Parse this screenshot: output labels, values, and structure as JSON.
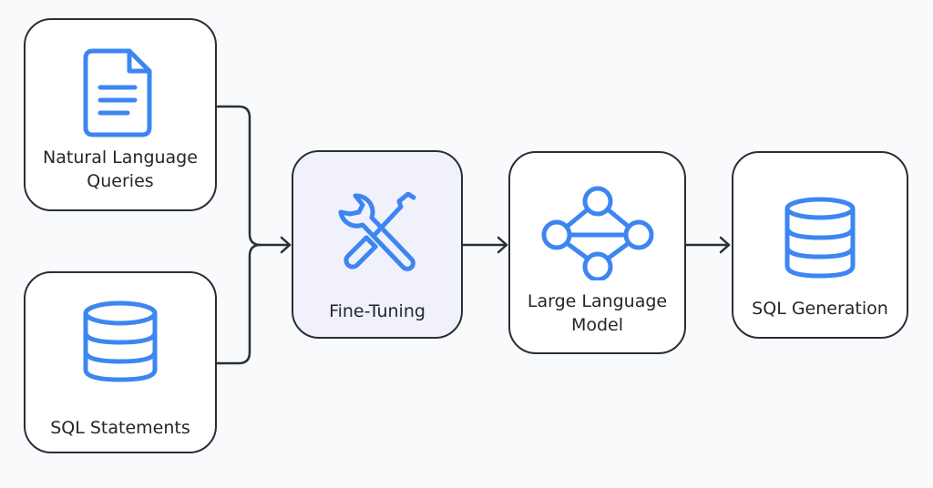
{
  "diagram": {
    "nodes": {
      "nl_queries": {
        "label": "Natural Language\nQueries",
        "icon": "document-icon"
      },
      "sql_statements": {
        "label": "SQL Statements",
        "icon": "database-icon"
      },
      "fine_tuning": {
        "label": "Fine-Tuning",
        "icon": "wrench-screwdriver-icon"
      },
      "llm": {
        "label": "Large Language\nModel",
        "icon": "network-graph-icon"
      },
      "sql_generation": {
        "label": "SQL Generation",
        "icon": "database-icon"
      }
    },
    "edges": [
      {
        "from": "Natural Language Queries",
        "to": "Fine-Tuning"
      },
      {
        "from": "SQL Statements",
        "to": "Fine-Tuning"
      },
      {
        "from": "Fine-Tuning",
        "to": "Large Language Model"
      },
      {
        "from": "Large Language Model",
        "to": "SQL Generation"
      }
    ],
    "colors": {
      "icon": "#3d86f2",
      "stroke": "#2a2e35",
      "highlight_fill": "#f1f1fb"
    }
  }
}
